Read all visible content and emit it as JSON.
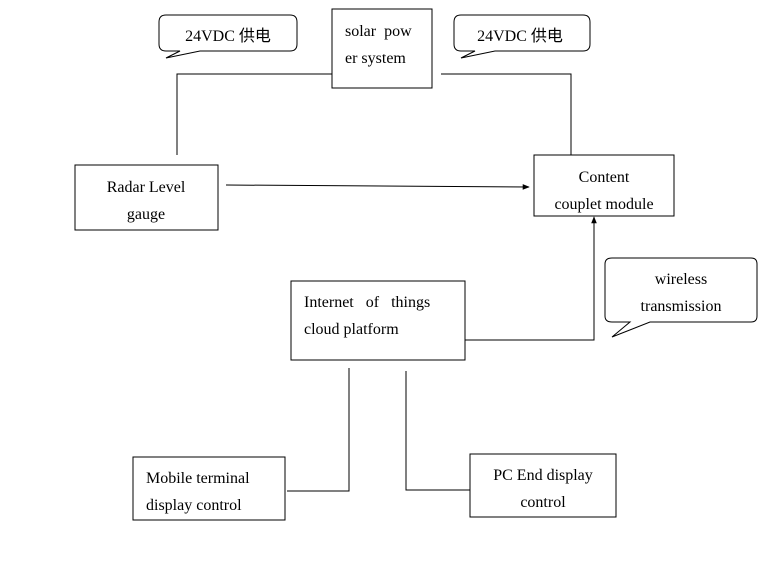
{
  "nodes": {
    "solar": {
      "line1": "solar  pow",
      "line2": "er system"
    },
    "radar": {
      "line1": "Radar Level",
      "line2": "gauge"
    },
    "module": {
      "line1": "Content",
      "line2": "couplet module"
    },
    "iot": {
      "line1": "Internet   of   things",
      "line2": "cloud platform"
    },
    "mobile": {
      "line1": "Mobile terminal",
      "line2": "display control"
    },
    "pc": {
      "line1": "PC End display",
      "line2": "control"
    }
  },
  "callouts": {
    "power_left": "24VDC 供电",
    "power_right": "24VDC 供电",
    "wireless": {
      "line1": "wireless",
      "line2": "transmission"
    }
  }
}
